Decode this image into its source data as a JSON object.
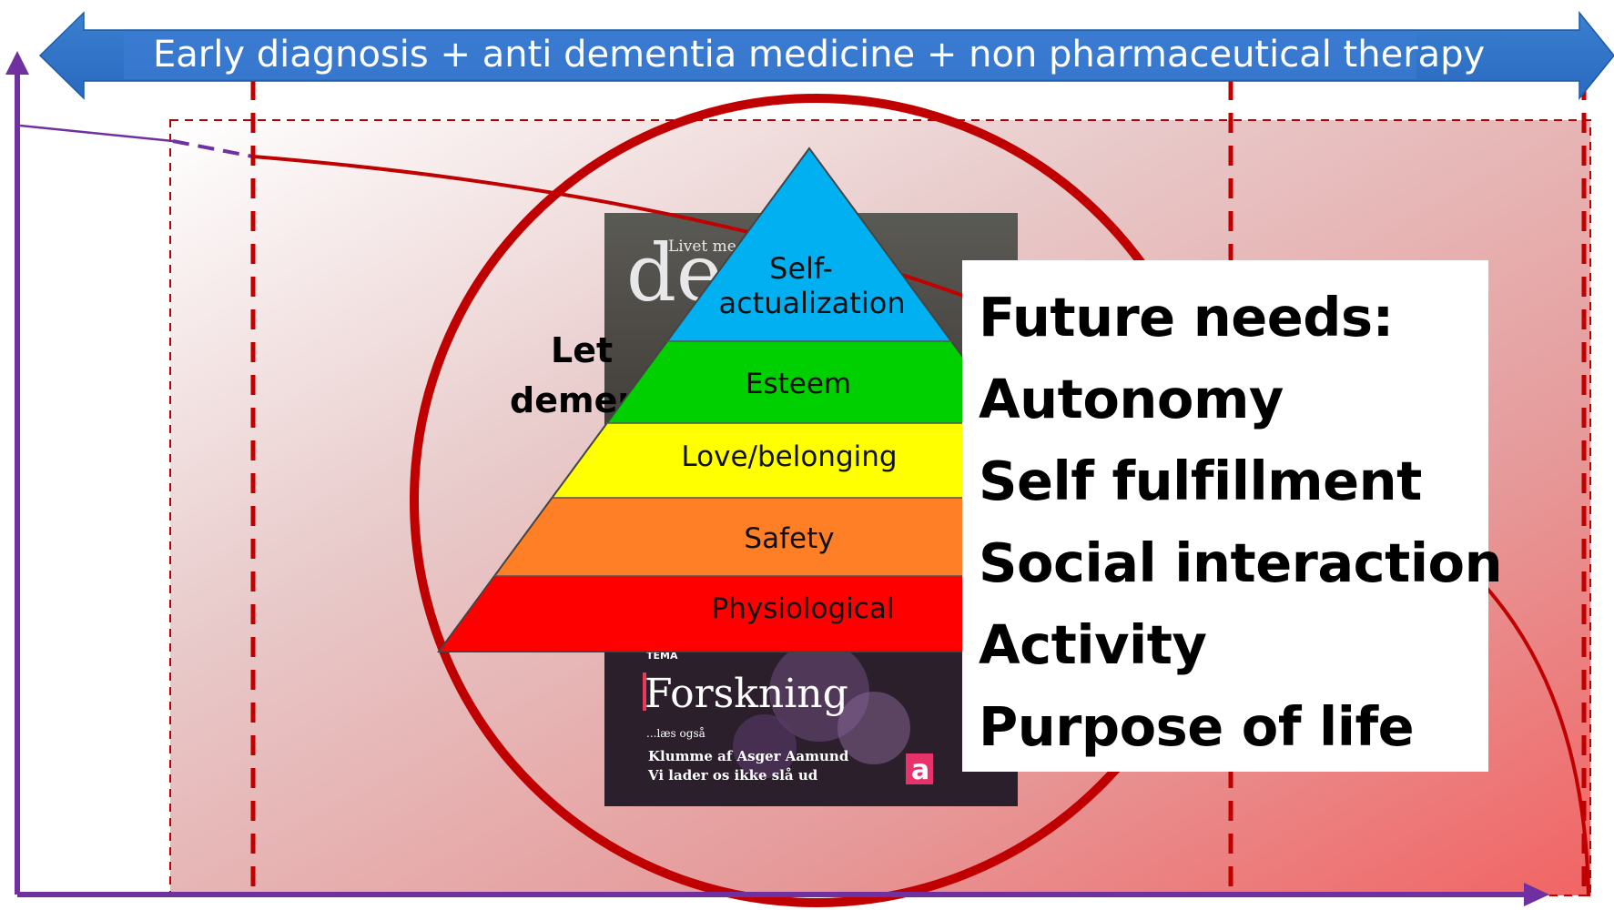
{
  "banner": {
    "text": "Early diagnosis + anti dementia medicine + non pharmaceutical therapy"
  },
  "hidden_label": {
    "line1": "Let",
    "line2": "demen"
  },
  "magazine": {
    "masthead_small": "Livet me",
    "masthead_large": "de",
    "tema": "TEMA",
    "title": "Forskning",
    "subtitle": "...læs også",
    "bullet1": "Klumme af Asger Aamund",
    "bullet2": "Vi lader os ikke slå ud",
    "logo_letter": "a"
  },
  "pyramid": {
    "levels": [
      {
        "line1": "Self-",
        "line2": "actualization",
        "color": "#00b0f0"
      },
      {
        "label": "Esteem",
        "color": "#00d000"
      },
      {
        "label": "Love/belonging",
        "color": "#ffff00"
      },
      {
        "label": "Safety",
        "color": "#ff7f27"
      },
      {
        "label": "Physiological",
        "color": "#ff0000"
      }
    ]
  },
  "future_needs": {
    "title": "Future needs:",
    "items": [
      "Autonomy",
      "Self fulfillment",
      "Social interaction",
      "Activity",
      "Purpose of life"
    ]
  },
  "colors": {
    "banner": "#2e75c9",
    "axis": "#7030a0",
    "curve": "#c00000",
    "dashed": "#c00000"
  }
}
